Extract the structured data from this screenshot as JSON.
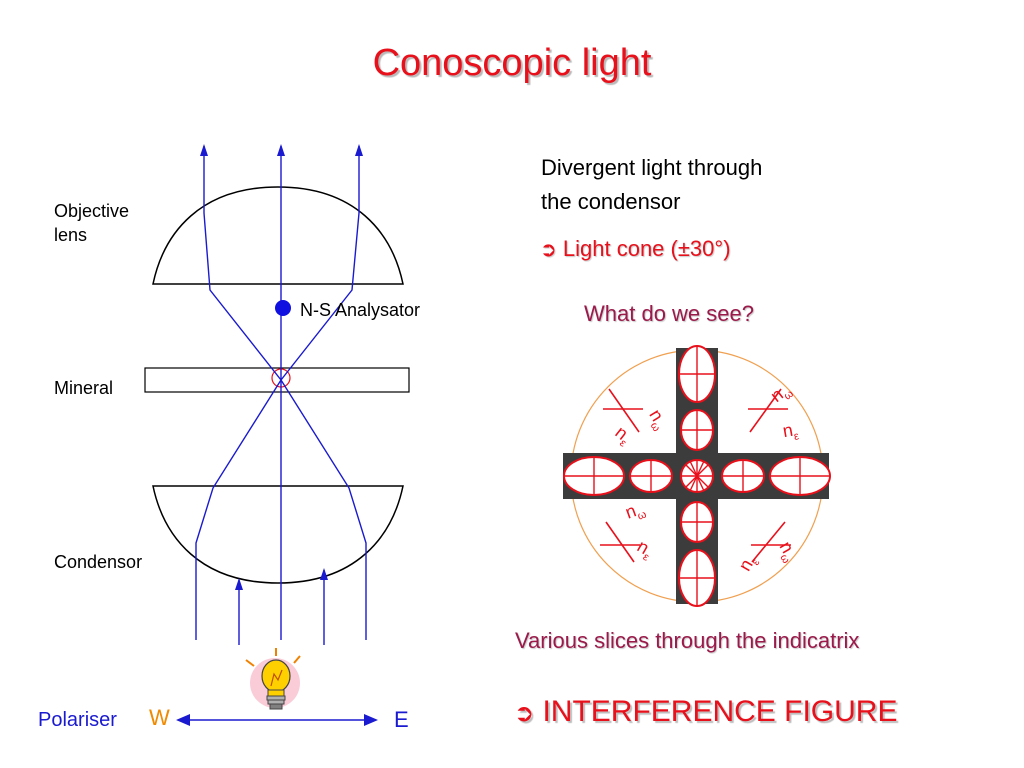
{
  "title": "Conoscopic light",
  "labels": {
    "objective": "Objective\nlens",
    "analysator": "N-S Analysator",
    "mineral": "Mineral",
    "condensor": "Condensor",
    "polariser": "Polariser",
    "west": "W",
    "east": "E"
  },
  "right_panel": {
    "line1": "Divergent light through",
    "line2": "the condensor",
    "cone_arrow": "➲",
    "cone": "Light cone (±30°)",
    "question": "What do we see?",
    "slices": "Various slices through the indicatrix",
    "result_arrow": "➲",
    "result": "INTERFERENCE FIGURE"
  },
  "indicatrix": {
    "n": "n",
    "omega": "ω",
    "epsilon": "ε"
  },
  "colors": {
    "title_red": "#e8101b",
    "ray_blue": "#1a1ad0",
    "maroon": "#9b1a4a",
    "cross_gray": "#3c3c3c",
    "circle_orange": "#f0a050"
  }
}
